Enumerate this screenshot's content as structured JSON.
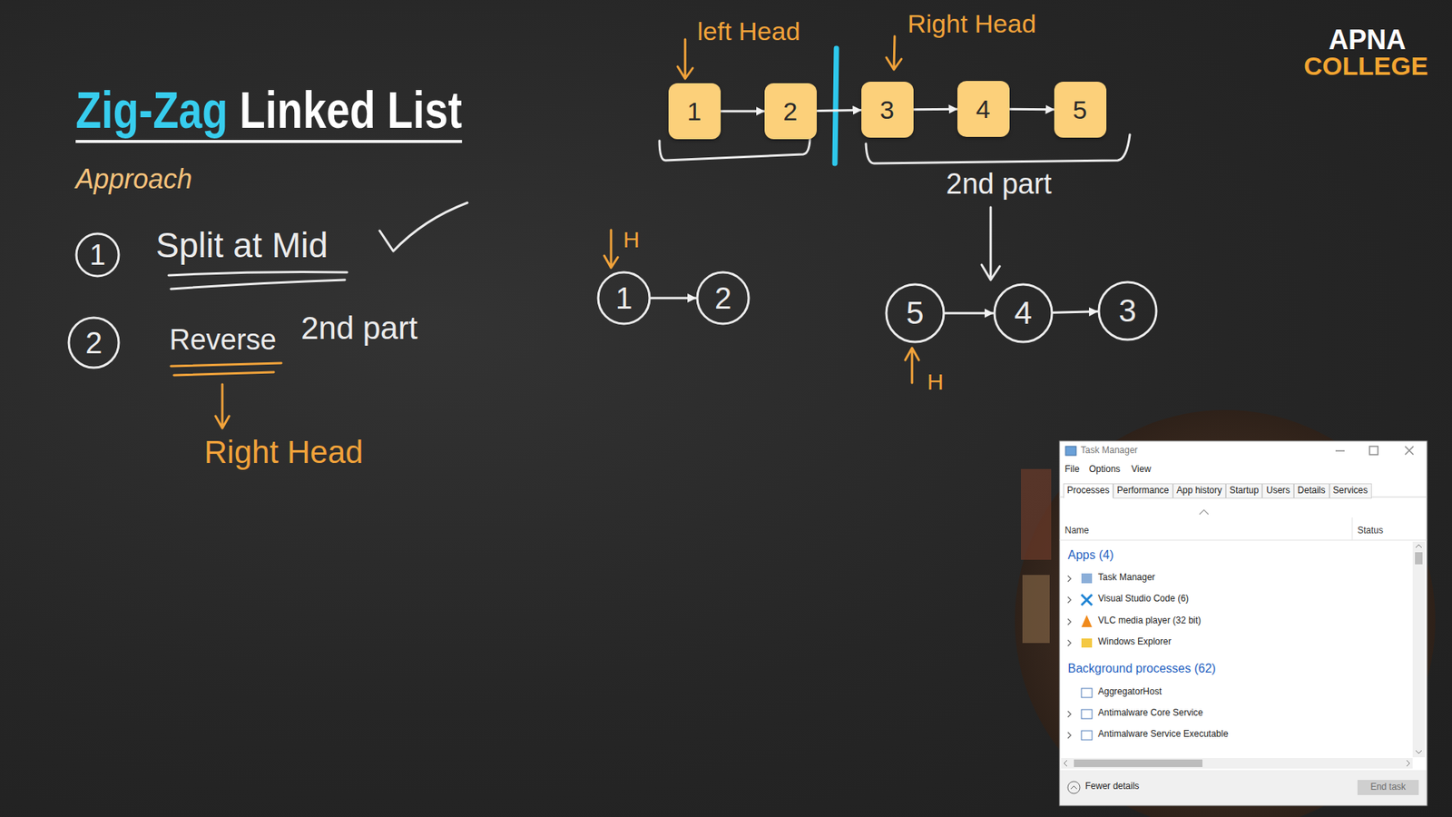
{
  "diagram": {
    "title": "Zig-Zag Linked List",
    "nodes": [
      {
        "text": [
          "1"
        ]
      },
      {
        "text": [
          "2"
        ]
      },
      {
        "text": [
          "3"
        ]
      },
      {
        "text": [
          "4"
        ]
      },
      {
        "text": [
          "5"
        ]
      },
      {
        "text": [
          "1"
        ]
      },
      {
        "text": [
          "1"
        ]
      },
      {
        "text": [
          "2"
        ]
      },
      {
        "text": [
          "5"
        ]
      },
      {
        "text": [
          "4"
        ]
      },
      {
        "text": [
          "3"
        ]
      },
      {
        "text": [
          "2"
        ]
      }
    ],
    "edges": [
      {
        "from": 0,
        "to": 1,
        "arrow": "to"
      },
      {
        "from": 1,
        "to": 2,
        "arrow": "to"
      },
      {
        "from": 2,
        "to": 3,
        "arrow": "to"
      },
      {
        "from": 3,
        "to": 4,
        "arrow": "to"
      },
      {
        "from": 6,
        "to": 7,
        "arrow": "to"
      },
      {
        "from": 8,
        "to": 9,
        "arrow": "to"
      },
      {
        "from": 9,
        "to": 10,
        "arrow": "to"
      }
    ],
    "labels": [
      "left Head",
      "Right Head",
      "2nd part",
      "Approach",
      "Split at Mid",
      "Reverse",
      "2nd part",
      "Right Head",
      "H",
      "H",
      "APNA",
      "COLLEGE",
      "Task Manager",
      "File",
      "Options",
      "View",
      "Processes",
      "Performance",
      "App history",
      "Startup",
      "Users",
      "Details",
      "Services",
      "Name",
      "Status",
      "Apps (4)",
      "Task Manager",
      "Visual Studio Code (6)",
      "VLC media player (32 bit)",
      "Windows Explorer",
      "Background processes (62)",
      "AggregatorHost",
      "Antimalware Core Service",
      "Antimalware Service Executable",
      "Fewer details",
      "End task"
    ]
  }
}
